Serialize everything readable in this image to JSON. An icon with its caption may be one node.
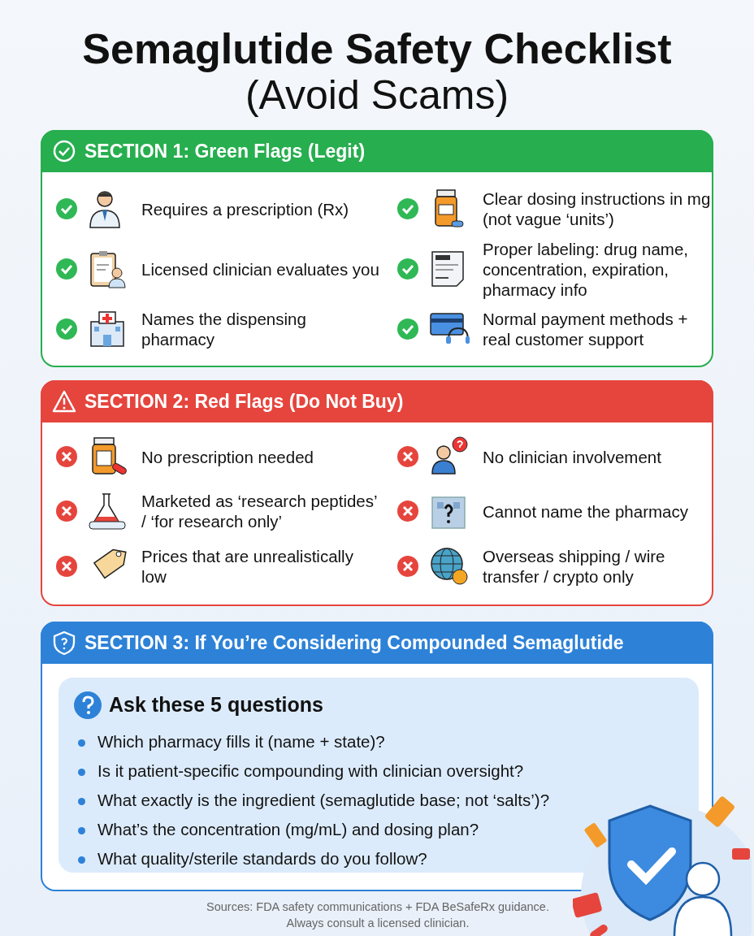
{
  "diagram": {
    "title": "Semaglutide Safety Checklist (Avoid Scams)",
    "caption": "Sources: FDA safety communications + FDA BeSafeRx guidance. Always consult a licensed clinician.",
    "nodes": [
      {
        "text": [
          "SECTION 1: Green Flags (Legit)",
          "Requires a prescription (Rx)",
          "Clear dosing instructions in mg (not vague ‘units’)",
          "Licensed clinician evaluates you",
          "Proper labeling: drug name, concentration, expiration, pharmacy info",
          "Names the dispensing pharmacy",
          "Normal payment methods + real customer support"
        ]
      },
      {
        "text": [
          "SECTION 2: Red Flags (Do Not Buy)",
          "No prescription needed",
          "No clinician involvement",
          "Marketed as ‘research peptides’ / ‘for research only’",
          "Cannot name the pharmacy",
          "Prices that are unrealistically low",
          "Overseas shipping / wire transfer / crypto only"
        ]
      },
      {
        "text": [
          "SECTION 3: If You’re Considering Compounded Semaglutide"
        ]
      },
      {
        "text": [
          "Ask these 5 questions",
          "Which pharmacy fills it (name + state)?",
          "Is it patient-specific compounding with clinician oversight?",
          "What exactly is the ingredient (semaglutide base; not ‘salts’)?",
          "What’s the concentration (mg/mL) and dosing plan?",
          "What quality/sterile standards do you follow?"
        ],
        "in": 2
      }
    ]
  }
}
